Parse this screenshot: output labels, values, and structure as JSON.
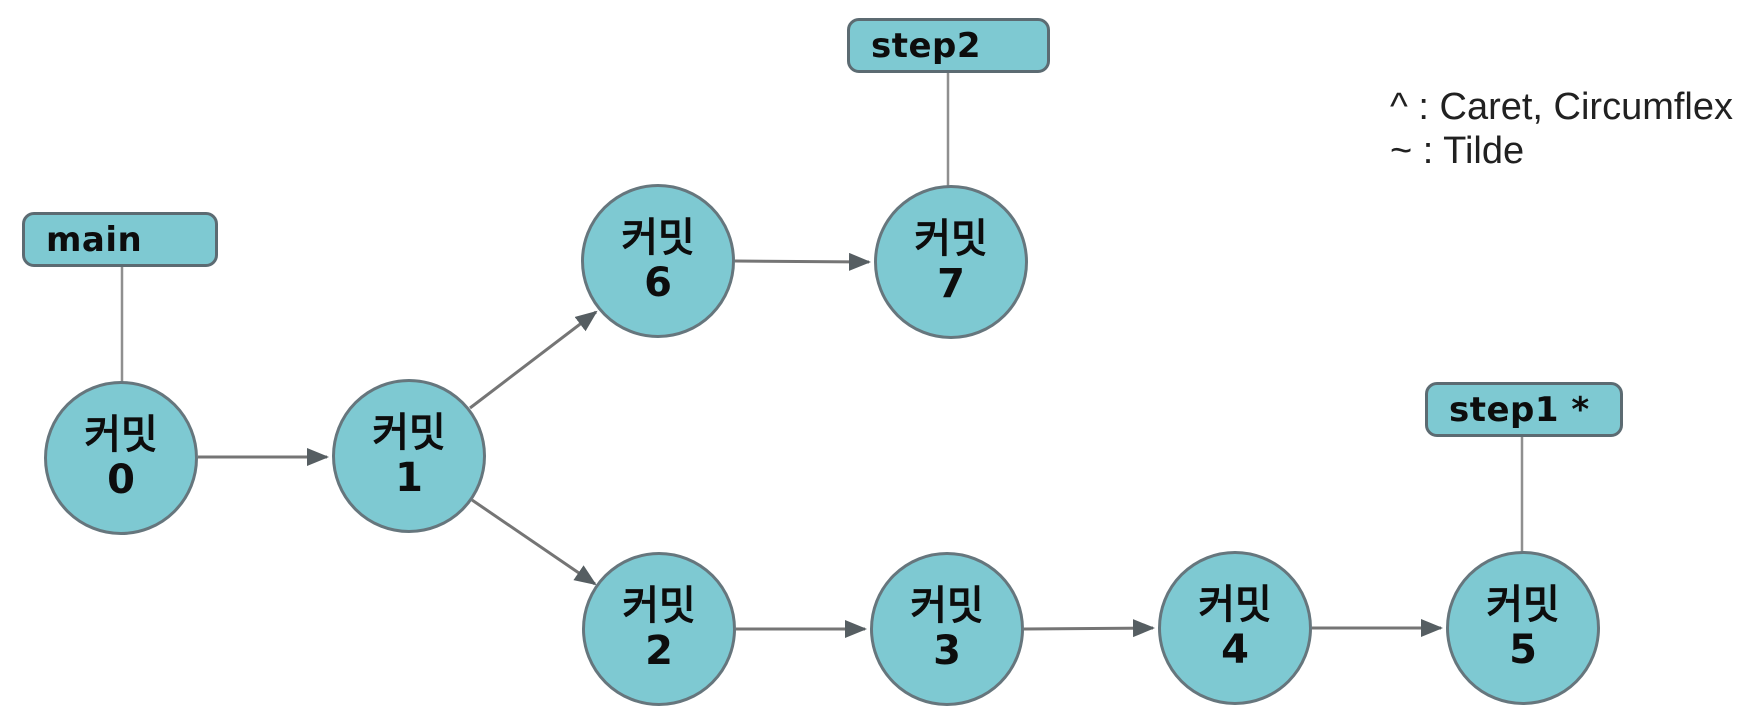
{
  "legend": {
    "lines": [
      "^ : Caret, Circumflex",
      "~ : Tilde"
    ]
  },
  "branches": {
    "main": "main",
    "step2": "step2",
    "step1": "step1 *"
  },
  "nodes": [
    {
      "word": "커밋",
      "number": "0"
    },
    {
      "word": "커밋",
      "number": "1"
    },
    {
      "word": "커밋",
      "number": "2"
    },
    {
      "word": "커밋",
      "number": "3"
    },
    {
      "word": "커밋",
      "number": "4"
    },
    {
      "word": "커밋",
      "number": "5"
    },
    {
      "word": "커밋",
      "number": "6"
    },
    {
      "word": "커밋",
      "number": "7"
    }
  ],
  "colors": {
    "node_fill": "#7ec9d2",
    "node_border": "#66767d",
    "label_border": "#5c6b72",
    "edge_line": "#757575",
    "arrow_head": "#565e62",
    "connector_line": "#8f8f8f",
    "text": "#0d0d0d",
    "background": "#ffffff"
  }
}
